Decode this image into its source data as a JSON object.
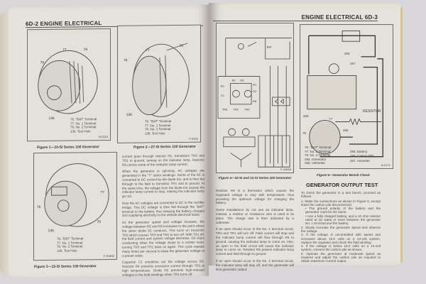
{
  "left_page": {
    "header": "6D-2 ENGINE ELECTRICAL",
    "figures": [
      {
        "caption": "Figure 1—10-SI Series 100 Generator",
        "code": "B-0215",
        "legend": [
          "76. \"BAT\" Terminal",
          "77. No. 1 Terminal",
          "78. No. 2 Terminal",
          "136. Test Hole"
        ]
      },
      {
        "caption": "Figure 2—27-SI Series 100 Generator",
        "code": "F-2302",
        "legend": [
          "76. \"BAT\" Terminal",
          "77. No. 1 Terminal",
          "78. No. 2 Terminal",
          "136. Test Hole"
        ]
      },
      {
        "caption": "Figure 3—15-SI Series 100 Generator",
        "code": "F-01802",
        "legend": [
          "76. \"BAT\" Terminal",
          "77. No. 1 Terminal",
          "78. No. 2 Terminal",
          "136. Test Hole"
        ]
      }
    ],
    "body": [
      "current goes through resistor R1, transistors TR3 and TR1 to ground, turning on the indicator lamp. Resistor R6 carries some of the indicator lamp current.",
      "When the generator is spinning, AC voltages are generated in the \"Y\" stator windings. Some of the AC is converted to DC current by the diode trio, and is then fed through to the field to transistor TR1 and to ground. At the same time, the voltage from the diode trio causes the indicator lamp current to stop, making the indicator lamp go out.",
      "Now the AC voltages are converted to DC in the rectifier bridge. This DC voltage is then fed through the \"BAT\" terminal to the battery, thus keeping the battery charged and supplying electricity to the vehicle electrical loads.",
      "As the generator speed and voltage increase, the voltage between R2 and R3 increases to the point where the zener diode D1 conducts. This turns on transistor TR2 which causes TR3 and TR1 to turn off. With TR1 off, the field current and system voltage decrease. D2 stops conducting when the voltage drops to a certain level, turning TR3 and TR1 back on again. This cycle repeats many times per second to keep the generator voltage at a preset value.",
      "Capacitor C1 smoothes out the voltage across R3. Resistor R4 prevents excessive current through TR1 at high temperatures. Diode D2 prevents high-induced voltages in the field windings when TR1 turns off."
    ]
  },
  "right_page": {
    "header": "ENGINE ELECTRICAL 6D-3",
    "figure4": {
      "caption": "Figure 4—10-SI and 12-SI Series 100 Generator",
      "code": "F-03894",
      "labels": [
        "BAT",
        "R1",
        "R2",
        "R3",
        "TR1",
        "TR2",
        "TR3",
        "D1",
        "D2",
        "C1",
        "R6"
      ]
    },
    "figure5": {
      "caption": "Figure 5—Generator Bench Check",
      "code": "B-0171",
      "resistor_label": "RESISTOR",
      "callouts": [
        "257",
        "259",
        "258",
        "77",
        "76",
        "255"
      ],
      "legend": [
        "76. \"BAT\" Terminal",
        "77. No. 1 Terminal",
        "78. No. 2 Terminal",
        "255. Generator",
        "256. Voltmeter",
        "257. Ammeter"
      ],
      "legend2": [
        "258. Battery",
        "259. Carbon Pile"
      ]
    },
    "body_left": [
      "Resistor R5 is a thermistor which causes the regulated voltage to vary with temperature, thus providing the optimum voltage for charging the battery.",
      "Some installations do not use an indicator lamp. Instead, a resistor or resistance wire is used in its place. The charge rate is then indicated by a voltmeter.",
      "If an open should occur in the No. 1 terminal circuit, TR3 and TR1 will turn off. Field current will stop and the indicator lamp current will flow through R6 to ground, causing the indicator lamp to come on. Also, an open in the field circuit will cause the indicator lamp to come on. Resistor R6 passes indicator lamp current and field through to ground.",
      "If an open should occur in the No. 2 terminal circuit, the indicator lamp will stay off, and the generator will limit generator output."
    ],
    "output_test": {
      "heading": "GENERATOR OUTPUT TEST",
      "intro": "To check the generator in a test bench, proceed as follows:",
      "steps": [
        "1. Make the connections as shown in Figure 5, except leave the carbon pile disconnected.",
        "• The ground polarity of the battery and the generator must be the same.",
        "• Use a fully charged battery, and a 10 ohm resistor rated at six watts or more between the generator No. 1 terminal and the battery.",
        "2. Slowly increase the generator speed and observe the voltage.",
        "3. If the voltage is uncontrolled with speed and increases above 16.0 volts on a 12-volt system, replace the regulator and check the field winding.",
        "4. If the voltage is below 16.0 volts on a 12-volt system, connect the carbon pile as shown.",
        "5. Operate the generator at moderate speed as required and adjust the carbon pile as required to obtain maximum current output."
      ]
    }
  }
}
